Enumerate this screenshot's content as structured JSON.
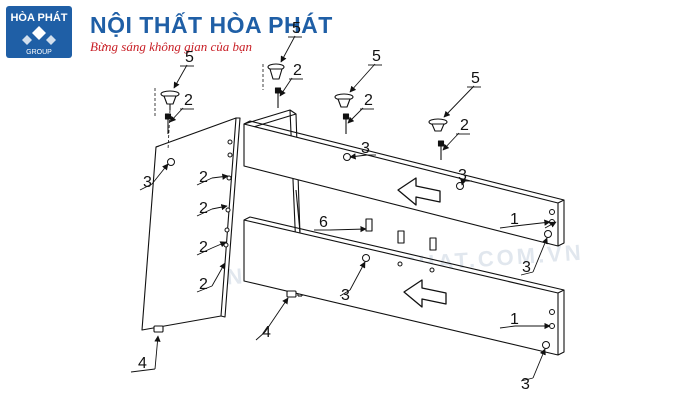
{
  "brand": {
    "badge_line1": "HÒA PHÁT",
    "badge_line2": "GROUP",
    "title": "NỘI THẤT HÒA PHÁT",
    "slogan": "Bừng sáng không gian của bạn"
  },
  "watermark": "WWW.NOITHATHOAPHAT.COM.VN",
  "colors": {
    "brand_blue": "#1f5fa6",
    "slogan_red": "#c81e25"
  },
  "callouts": {
    "c5a": "5",
    "c5b": "5",
    "c5c": "5",
    "c5d": "5",
    "c2a": "2",
    "c2b": "2",
    "c2c": "2",
    "c2d": "2",
    "c2e": "2",
    "c2f": "2",
    "c2g": "2",
    "c2h": "2",
    "c3a": "3",
    "c3b": "3",
    "c3c": "3",
    "c3d": "3",
    "c3e": "3",
    "c3f": "3",
    "c1a": "1",
    "c1b": "1",
    "c6": "6",
    "c4a": "4",
    "c4b": "4"
  }
}
